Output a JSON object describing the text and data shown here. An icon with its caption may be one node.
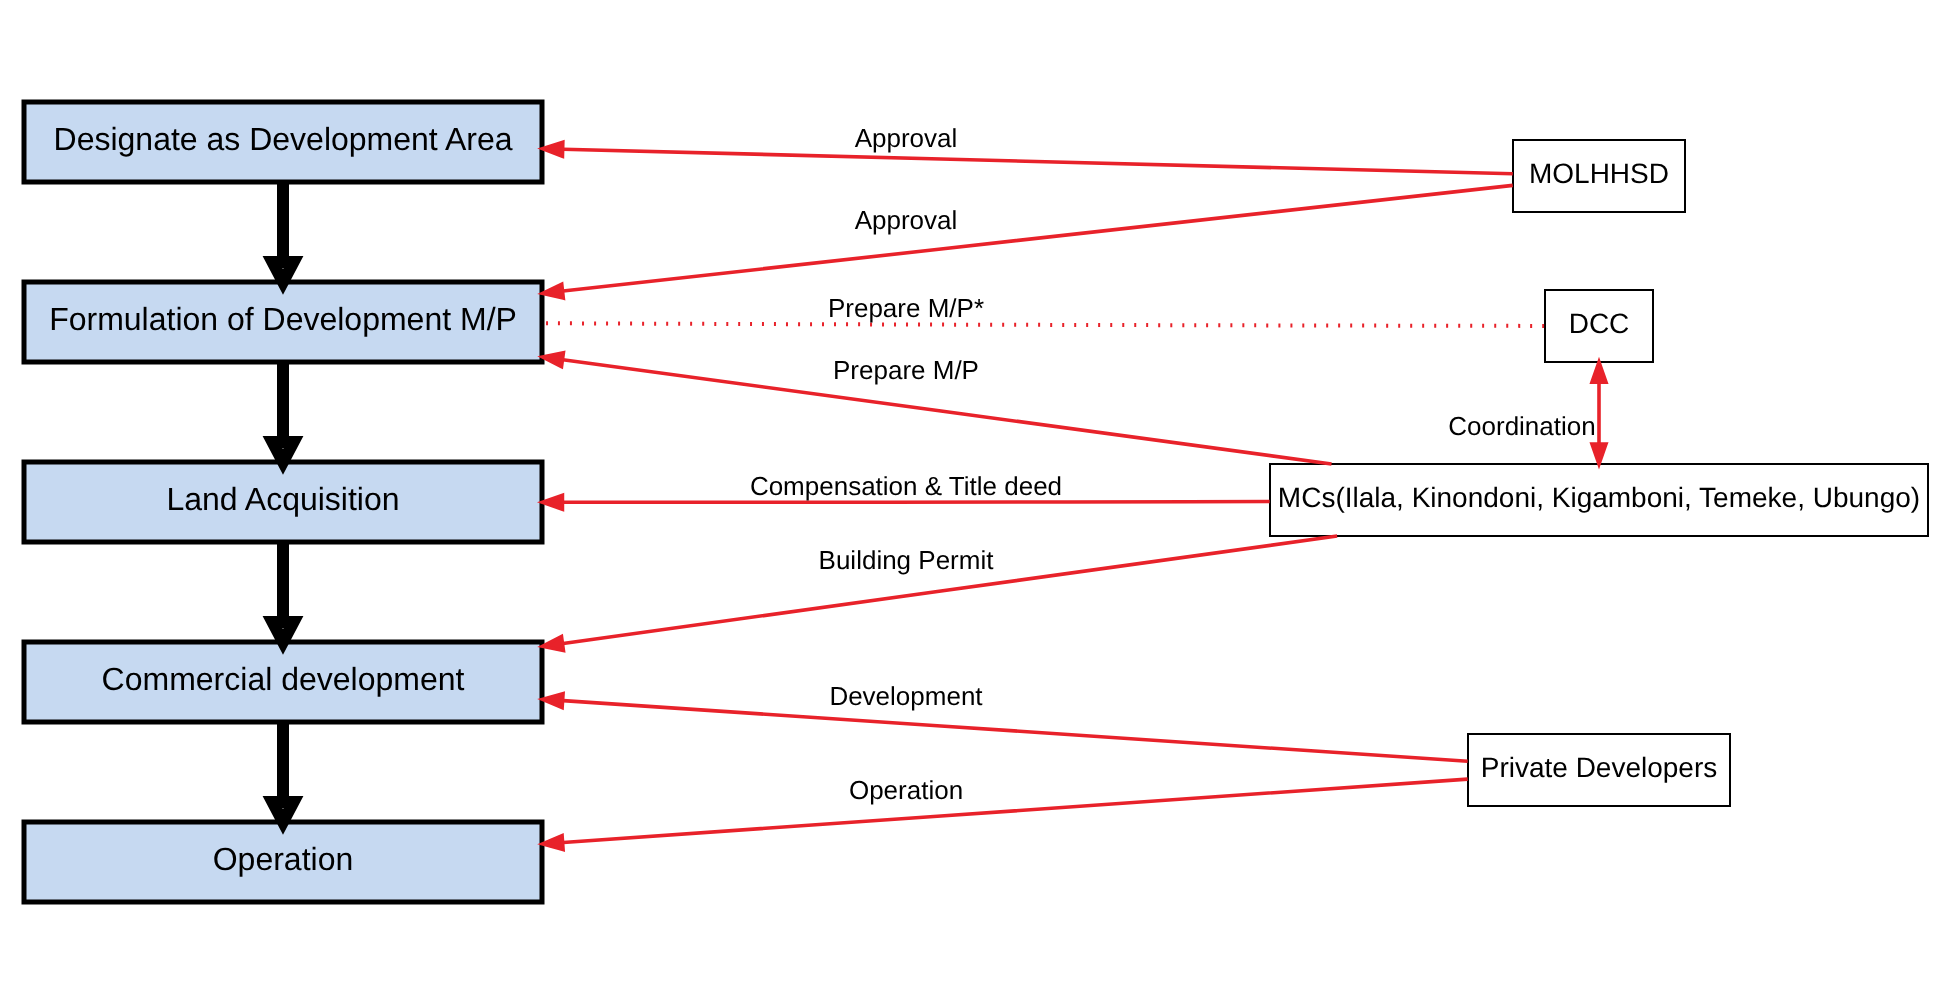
{
  "diagram": {
    "nodes": [
      {
        "text": [
          "Designate as Development Area"
        ]
      },
      {
        "text": [
          "Formulation of Development M/P"
        ]
      },
      {
        "text": [
          "Land Acquisition"
        ]
      },
      {
        "text": [
          "Commercial development"
        ]
      },
      {
        "text": [
          "Operation"
        ]
      },
      {
        "text": [
          "MOLHHSD"
        ]
      },
      {
        "text": [
          "MCs(Ilala, Kinondoni, Kigamboni, Temeke, Ubungo)"
        ]
      },
      {
        "text": [
          "DCC"
        ]
      },
      {
        "text": [
          "Private Developers"
        ]
      }
    ],
    "edges": [
      {
        "from": 0,
        "to": 1,
        "arrow": "to",
        "style": "thick",
        "color": "#000000"
      },
      {
        "from": 1,
        "to": 2,
        "arrow": "to",
        "style": "thick",
        "color": "#000000"
      },
      {
        "from": 2,
        "to": 3,
        "arrow": "to",
        "style": "thick",
        "color": "#000000"
      },
      {
        "from": 3,
        "to": 4,
        "arrow": "to",
        "style": "thick",
        "color": "#000000"
      },
      {
        "from": 5,
        "to": 0,
        "arrow": "to",
        "label": "Approval"
      },
      {
        "from": 5,
        "to": 1,
        "arrow": "to",
        "label": "Approval"
      },
      {
        "from": 6,
        "to": 1,
        "arrow": "to",
        "label": "Prepare M/P"
      },
      {
        "from": 6,
        "to": 2,
        "arrow": "to",
        "label": "Compensation & Title deed"
      },
      {
        "from": 6,
        "to": 3,
        "arrow": "to",
        "label": "Building Permit"
      },
      {
        "from": 7,
        "to": 1,
        "arrow": "none",
        "label": "Prepare M/P*",
        "style": "dashed"
      },
      {
        "from": 7,
        "to": 6,
        "arrow": "both",
        "label": "Coordination"
      },
      {
        "from": 8,
        "to": 3,
        "arrow": "to",
        "label": "Development"
      },
      {
        "from": 8,
        "to": 4,
        "arrow": "to",
        "label": "Operation"
      }
    ]
  }
}
